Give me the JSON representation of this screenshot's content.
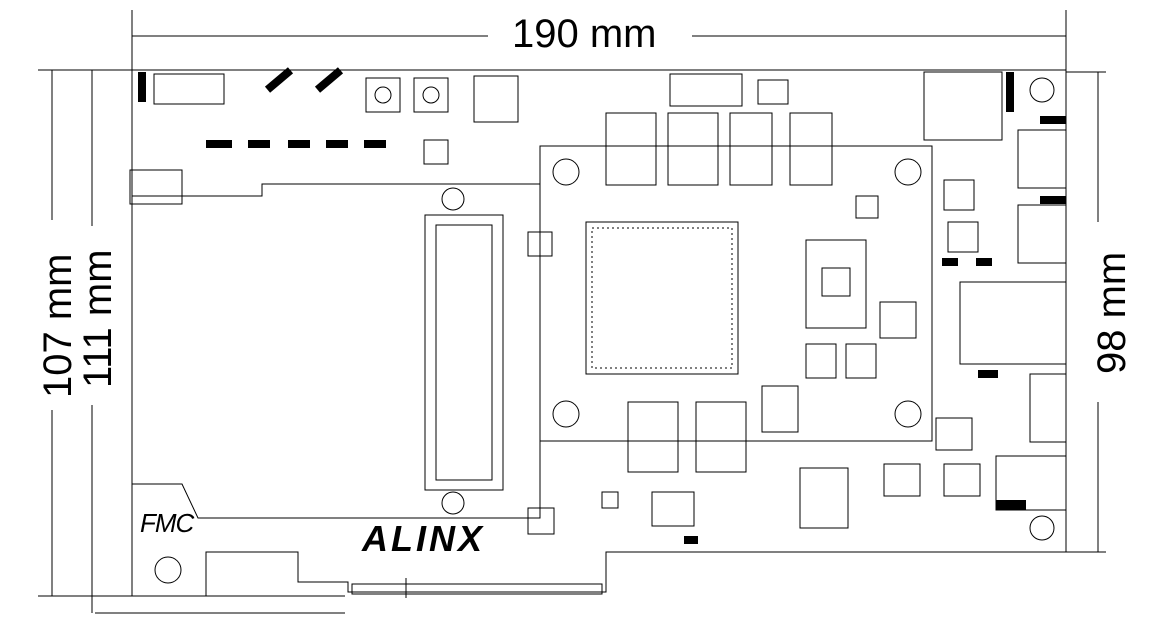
{
  "dimensions": {
    "width": "190 mm",
    "height_outer": "107 mm",
    "height_inner": "111 mm",
    "height_right": "98 mm"
  },
  "logos": {
    "brand": "ALINX",
    "connector": "FMC"
  }
}
